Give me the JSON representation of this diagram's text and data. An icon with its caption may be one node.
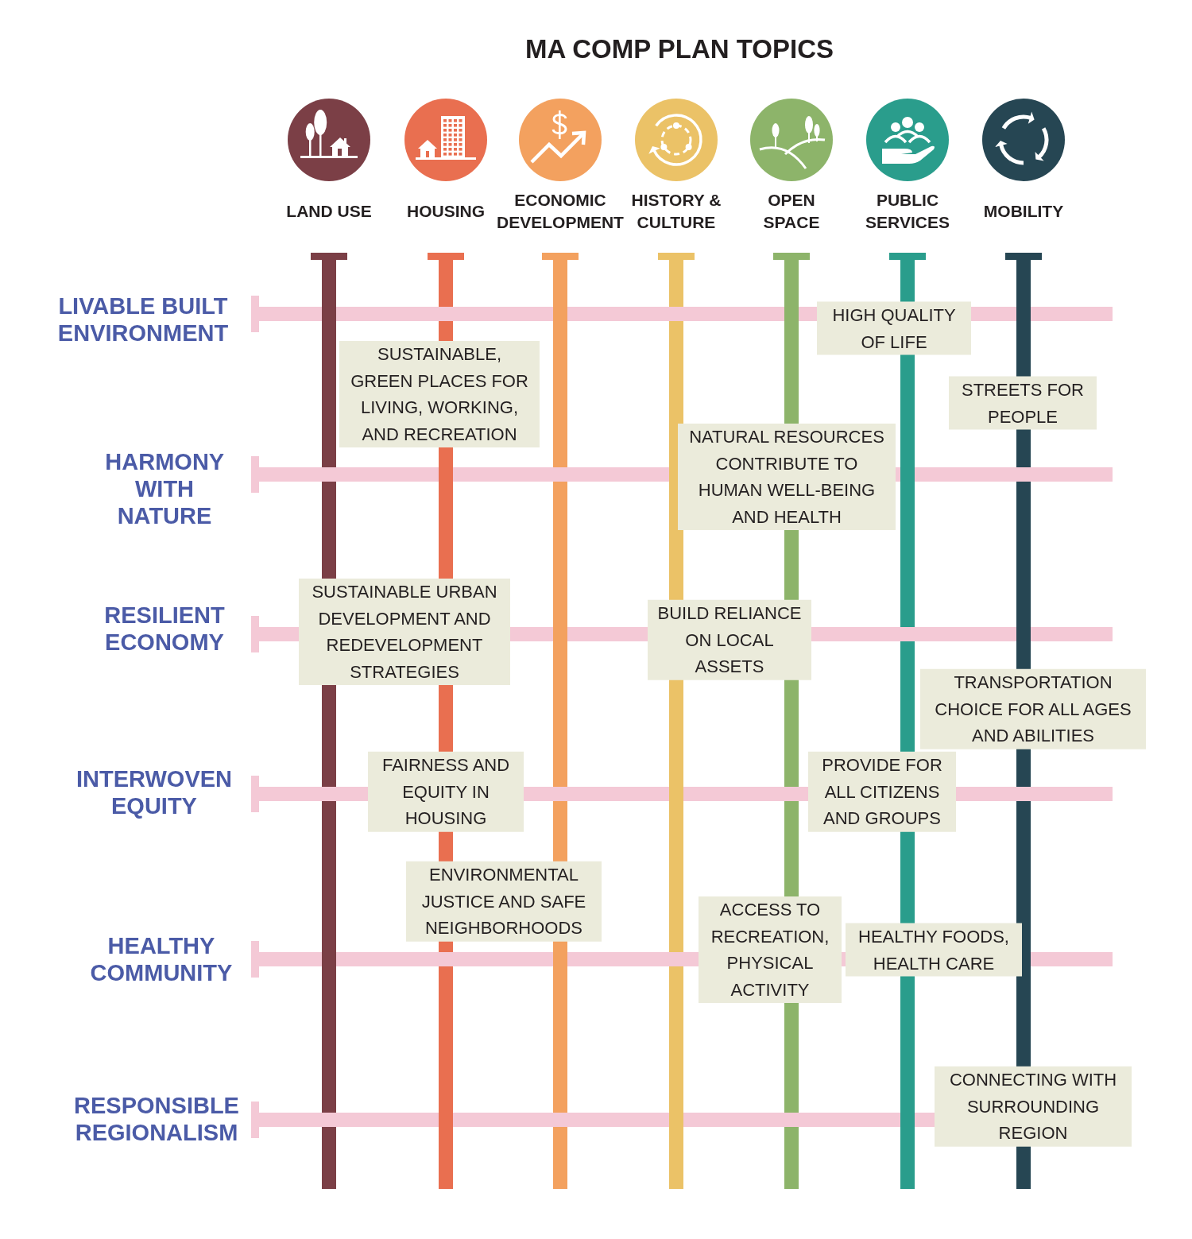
{
  "diagram": {
    "title": "MA COMP PLAN TOPICS",
    "nodes": [
      {
        "text": [
          "LAND USE"
        ]
      },
      {
        "text": [
          "HOUSING"
        ]
      },
      {
        "text": [
          "ECONOMIC DEVELOPMENT"
        ]
      },
      {
        "text": [
          "HISTORY & CULTURE"
        ]
      },
      {
        "text": [
          "OPEN SPACE"
        ]
      },
      {
        "text": [
          "PUBLIC SERVICES"
        ]
      },
      {
        "text": [
          "MOBILITY"
        ]
      },
      {
        "text": [
          "LIVABLE BUILT ENVIRONMENT"
        ]
      },
      {
        "text": [
          "HARMONY WITH NATURE"
        ]
      },
      {
        "text": [
          "RESILIENT ECONOMY"
        ]
      },
      {
        "text": [
          "INTERWOVEN EQUITY"
        ]
      },
      {
        "text": [
          "HEALTHY COMMUNITY"
        ]
      },
      {
        "text": [
          "RESPONSIBLE REGIONALISM"
        ]
      },
      {
        "text": [
          "HIGH QUALITY OF LIFE"
        ]
      },
      {
        "text": [
          "SUSTAINABLE, GREEN PLACES FOR LIVING, WORKING, AND RECREATION"
        ]
      },
      {
        "text": [
          "STREETS FOR PEOPLE"
        ]
      },
      {
        "text": [
          "NATURAL RESOURCES CONTRIBUTE TO HUMAN WELL-BEING AND HEALTH"
        ]
      },
      {
        "text": [
          "SUSTAINABLE URBAN DEVELOPMENT AND REDEVELOPMENT STRATEGIES"
        ]
      },
      {
        "text": [
          "BUILD RELIANCE ON LOCAL ASSETS"
        ]
      },
      {
        "text": [
          "TRANSPORTATION CHOICE FOR ALL AGES AND ABILITIES"
        ]
      },
      {
        "text": [
          "FAIRNESS AND EQUITY IN HOUSING"
        ]
      },
      {
        "text": [
          "PROVIDE FOR ALL CITIZENS AND GROUPS"
        ]
      },
      {
        "text": [
          "ENVIRONMENTAL JUSTICE AND SAFE NEIGHBORHOODS"
        ]
      },
      {
        "text": [
          "ACCESS TO RECREATION, PHYSICAL ACTIVITY"
        ]
      },
      {
        "text": [
          "HEALTHY FOODS, HEALTH CARE"
        ]
      },
      {
        "text": [
          "CONNECTING WITH SURROUNDING REGION"
        ]
      }
    ]
  }
}
